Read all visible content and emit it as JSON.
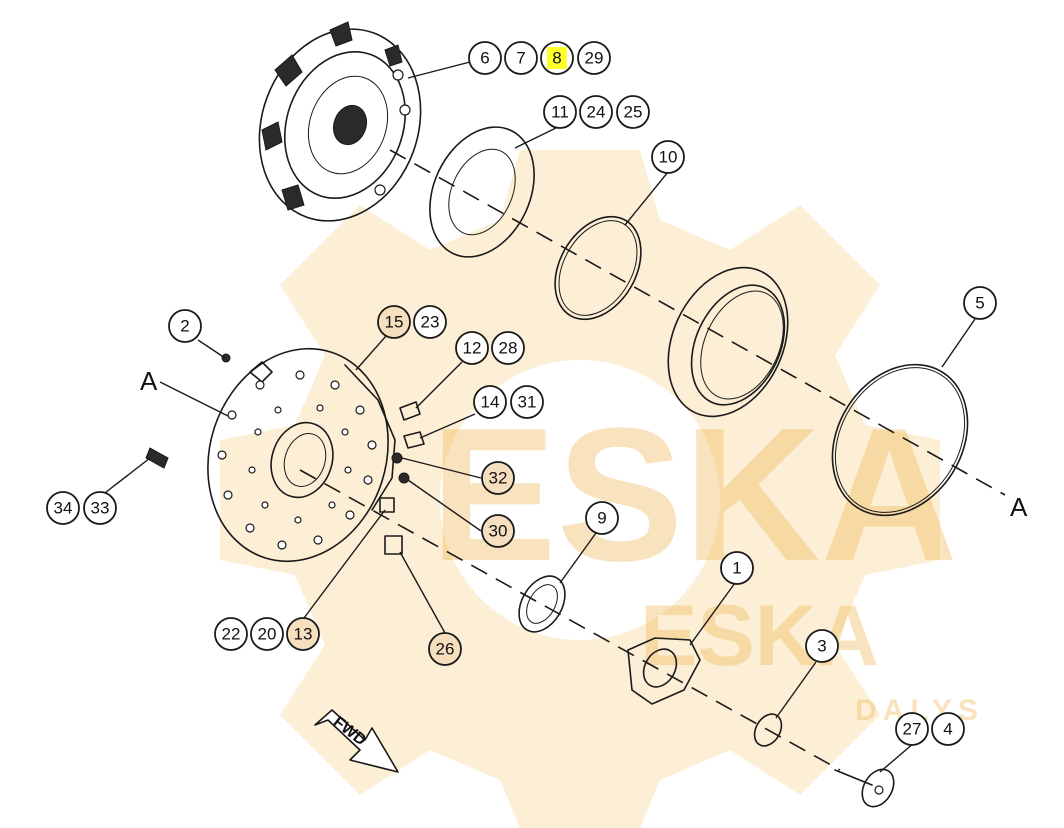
{
  "diagram": {
    "section_labels": {
      "left": "A",
      "right": "A"
    },
    "direction_arrow": "FWD",
    "watermark": {
      "large": "ESKA",
      "medium": "ESKA",
      "small": "DALYS"
    },
    "highlight_color": "#ffff2a",
    "callouts": {
      "c6": "6",
      "c7": "7",
      "c8": "8",
      "c29": "29",
      "c11": "11",
      "c24": "24",
      "c25": "25",
      "c10": "10",
      "c5": "5",
      "c2": "2",
      "c15": "15",
      "c23": "23",
      "c12": "12",
      "c28": "28",
      "c14": "14",
      "c31": "31",
      "c32": "32",
      "c30": "30",
      "c34": "34",
      "c33": "33",
      "c9": "9",
      "c1": "1",
      "c3": "3",
      "c22": "22",
      "c20": "20",
      "c13": "13",
      "c26": "26",
      "c27": "27",
      "c4": "4"
    }
  }
}
